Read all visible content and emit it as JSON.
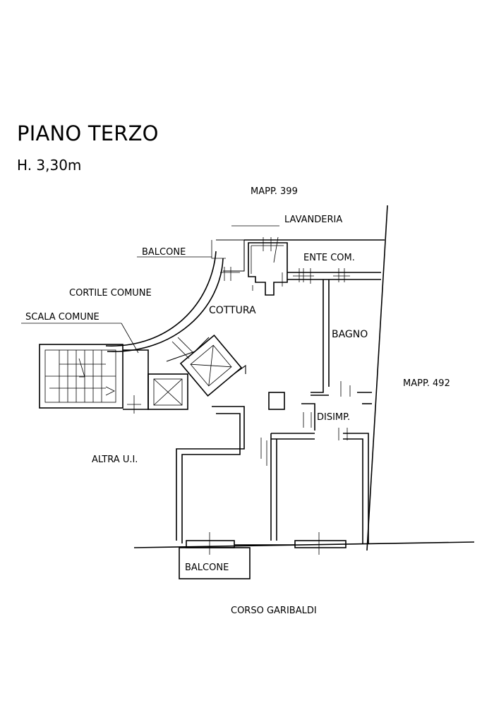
{
  "title": "PIANO TERZO",
  "subtitle": "H. 3,30m",
  "labels": {
    "mapp_399": "MAPP. 399",
    "lavanderia": "LAVANDERIA",
    "balcone_top": "BALCONE",
    "ente_com": "ENTE COM.",
    "cortile_comune": "CORTILE COMUNE",
    "cottura": "COTTURA",
    "scala_comune": "SCALA COMUNE",
    "bagno": "BAGNO",
    "mapp_492": "MAPP. 492",
    "disimp": "DISIMP.",
    "altra_ui": "ALTRA U.I.",
    "balcone_bottom": "BALCONE",
    "corso_garibaldi": "CORSO GARIBALDI"
  }
}
